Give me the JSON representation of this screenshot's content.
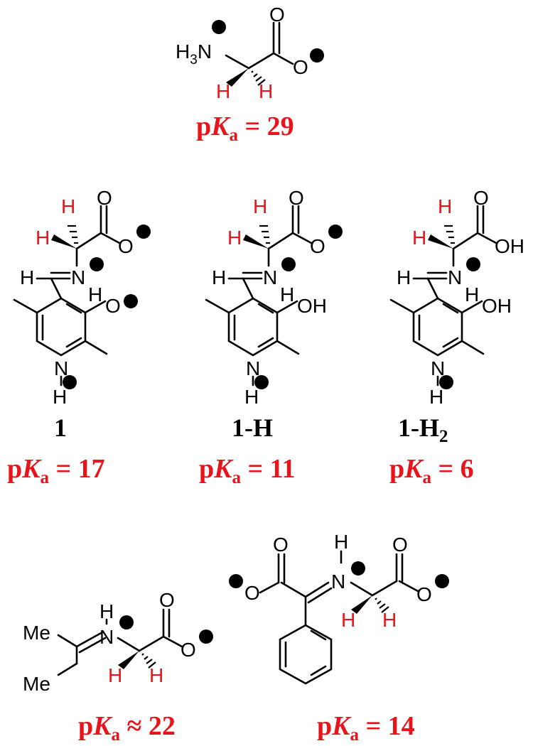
{
  "colors": {
    "highlight": "#e8141c",
    "ink": "#000000"
  },
  "glycine": {
    "n": "H",
    "n_sub": "3",
    "n_atom": "N",
    "o_carbonyl": "O",
    "o_minus": "O",
    "h_left": "H",
    "h_right": "H",
    "pka_p": "p",
    "pka_k": "K",
    "pka_sub": "a",
    "pka_value": " = 29"
  },
  "compound_1": {
    "label": "1",
    "o_carbonyl": "O",
    "o_minus": "O",
    "h_top": "H",
    "h_left": "H",
    "h_imine": "H",
    "n_imine": "N",
    "h_nplus": "H",
    "o_phenolate": "O",
    "n_ring": "N",
    "h_ring": "H",
    "pka_p": "p",
    "pka_k": "K",
    "pka_sub": "a",
    "pka_value": " = 17"
  },
  "compound_1H": {
    "label": "1-H",
    "o_carbonyl": "O",
    "o_minus": "O",
    "h_top": "H",
    "h_left": "H",
    "h_imine": "H",
    "n_imine": "N",
    "h_nplus": "H",
    "oh": "OH",
    "n_ring": "N",
    "h_ring": "H",
    "pka_p": "p",
    "pka_k": "K",
    "pka_sub": "a",
    "pka_value": " = 11"
  },
  "compound_1H2": {
    "label": "1-H",
    "label_sub": "2",
    "o_carbonyl": "O",
    "acid_oh": "OH",
    "h_top": "H",
    "h_left": "H",
    "h_imine": "H",
    "n_imine": "N",
    "h_nplus": "H",
    "oh": "OH",
    "n_ring": "N",
    "h_ring": "H",
    "pka_p": "p",
    "pka_k": "K",
    "pka_sub": "a",
    "pka_value": " = 6"
  },
  "acetone_imine": {
    "me_top": "Me",
    "me_bottom": "Me",
    "h_n": "H",
    "n_atom": "N",
    "o_carbonyl": "O",
    "o_minus": "O",
    "h_left": "H",
    "h_right": "H",
    "pka_p": "p",
    "pka_k": "K",
    "pka_sub": "a",
    "pka_value": " ≈ 22"
  },
  "phenylglyoxylate_imine": {
    "o_left_carbonyl": "O",
    "o_left_minus": "O",
    "h_n": "H",
    "n_atom": "N",
    "o_right_carbonyl": "O",
    "o_right_minus": "O",
    "h_left": "H",
    "h_right": "H",
    "pka_p": "p",
    "pka_k": "K",
    "pka_sub": "a",
    "pka_value": " = 14"
  }
}
